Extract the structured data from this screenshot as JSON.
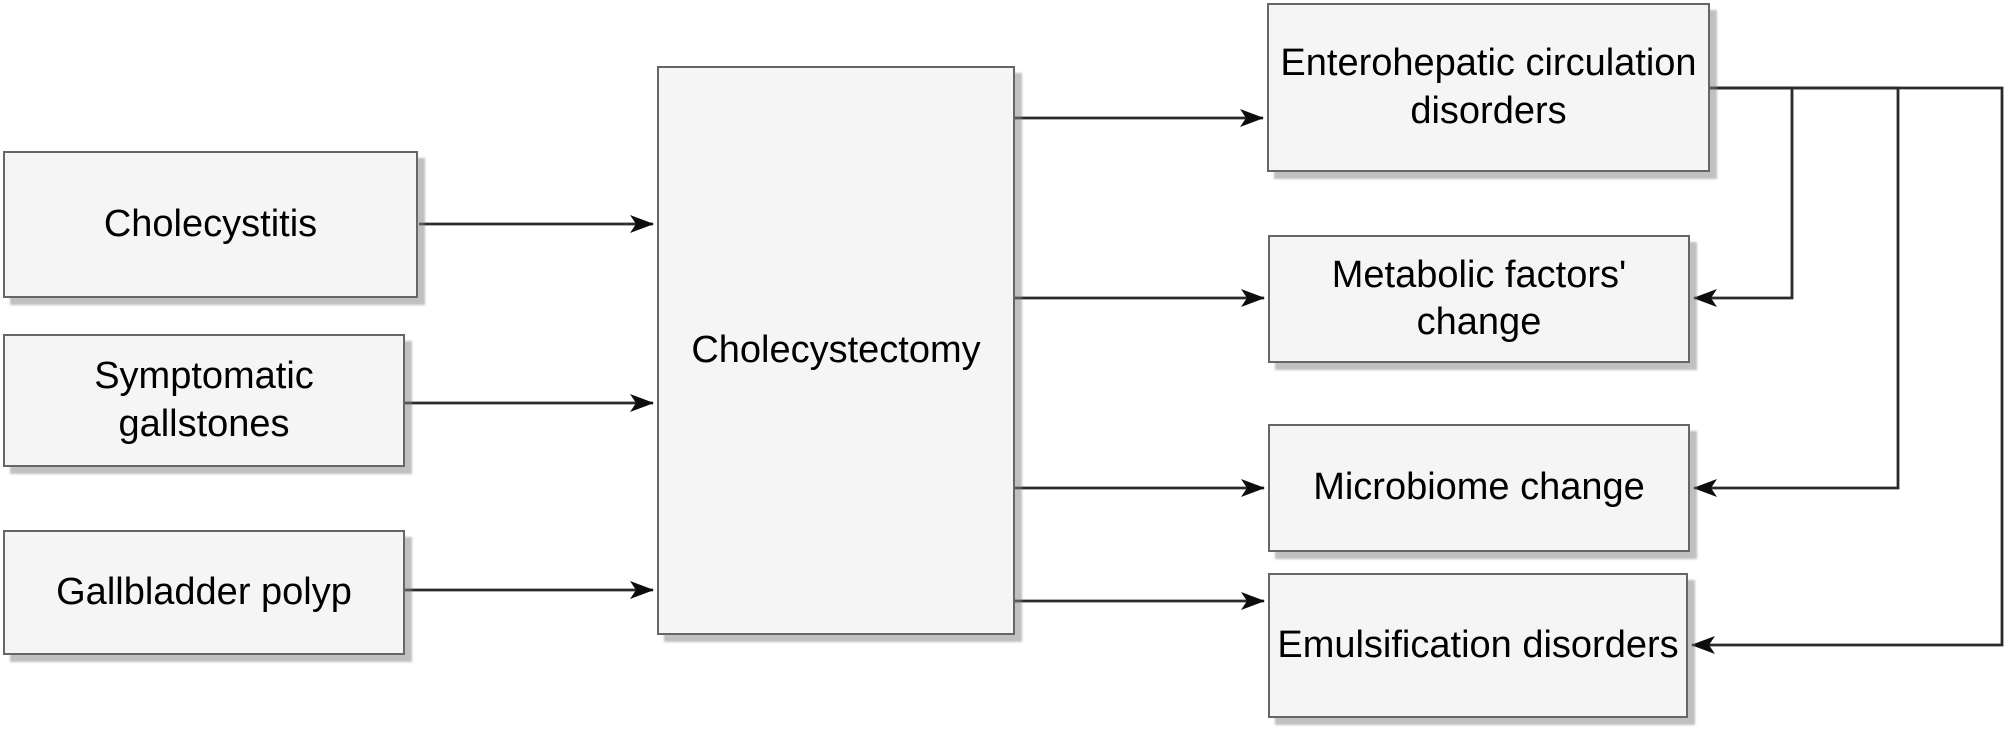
{
  "diagram": {
    "type": "flowchart",
    "colors": {
      "background": "#ffffff",
      "node_fill": "#f5f5f5",
      "node_border": "#666666",
      "connector": "#2b2b2b",
      "text": "#000000"
    },
    "nodes": {
      "cholecystitis": {
        "label": "Cholecystitis"
      },
      "symptomatic_gallstones": {
        "label": "Symptomatic gallstones"
      },
      "gallbladder_polyp": {
        "label": "Gallbladder polyp"
      },
      "cholecystectomy": {
        "label": "Cholecystectomy"
      },
      "enterohepatic_circulation_disorders": {
        "label": "Enterohepatic circulation disorders"
      },
      "metabolic_factors_change": {
        "label": "Metabolic factors' change"
      },
      "microbiome_change": {
        "label": "Microbiome change"
      },
      "emulsification_disorders": {
        "label": "Emulsification disorders"
      }
    },
    "edges": [
      {
        "from": "cholecystitis",
        "to": "cholecystectomy"
      },
      {
        "from": "symptomatic_gallstones",
        "to": "cholecystectomy"
      },
      {
        "from": "gallbladder_polyp",
        "to": "cholecystectomy"
      },
      {
        "from": "cholecystectomy",
        "to": "enterohepatic_circulation_disorders"
      },
      {
        "from": "cholecystectomy",
        "to": "metabolic_factors_change"
      },
      {
        "from": "cholecystectomy",
        "to": "microbiome_change"
      },
      {
        "from": "cholecystectomy",
        "to": "emulsification_disorders"
      },
      {
        "from": "enterohepatic_circulation_disorders",
        "to": "metabolic_factors_change"
      },
      {
        "from": "enterohepatic_circulation_disorders",
        "to": "microbiome_change"
      },
      {
        "from": "enterohepatic_circulation_disorders",
        "to": "emulsification_disorders"
      }
    ]
  }
}
